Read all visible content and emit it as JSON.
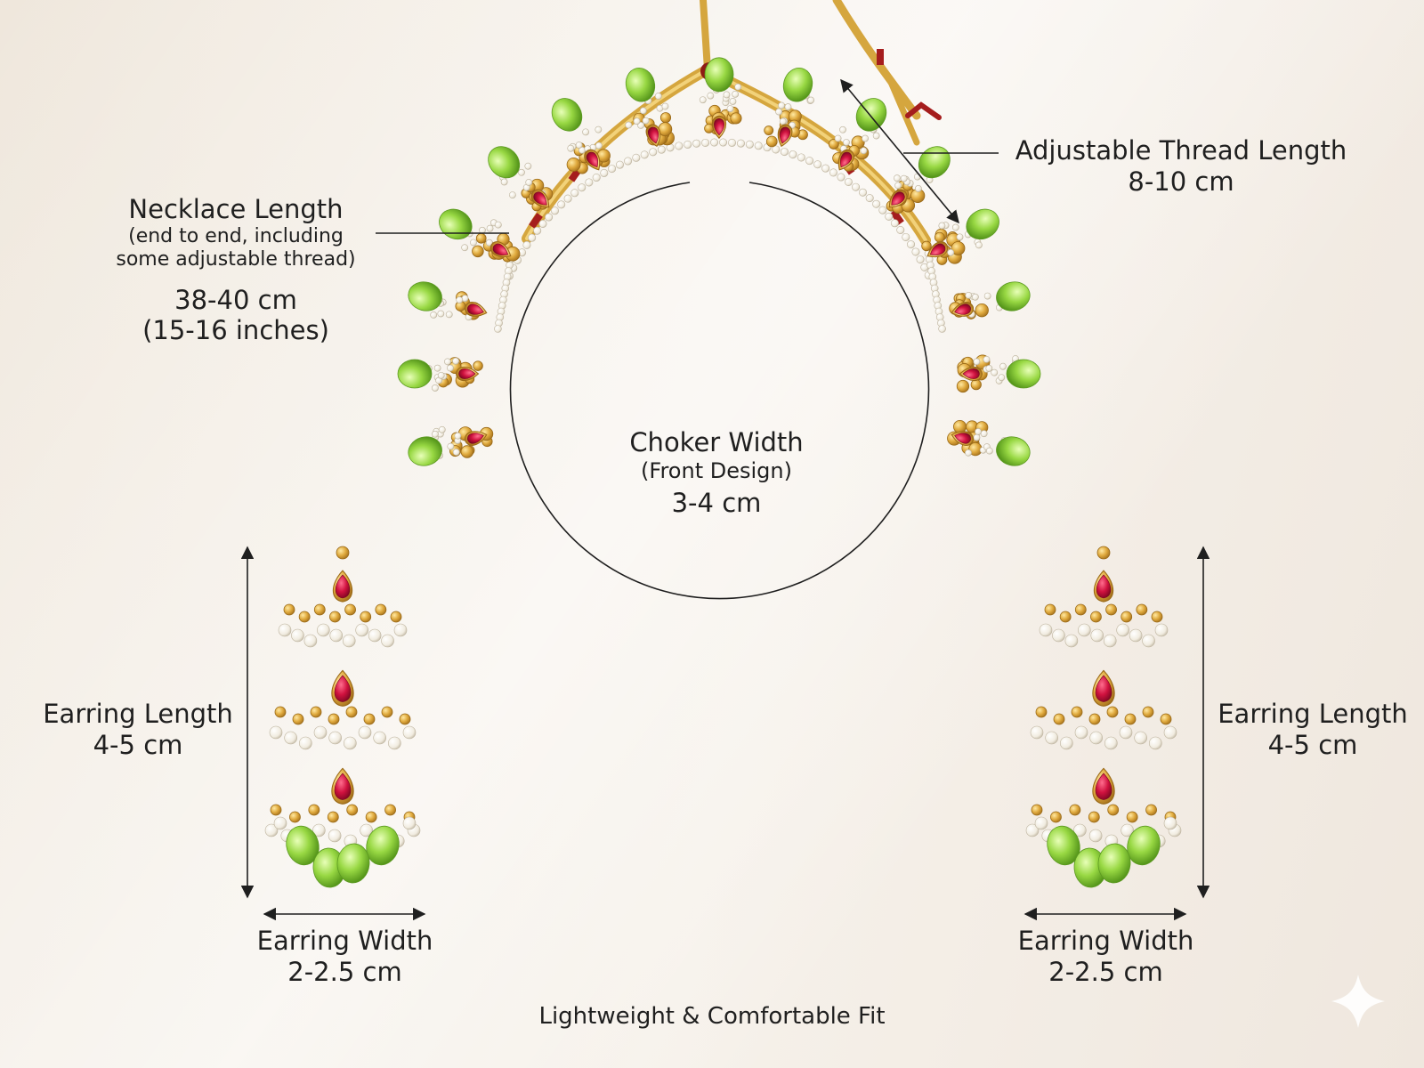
{
  "labels": {
    "necklace_length": {
      "title": "Necklace Length",
      "note_line1": "(end to end, including",
      "note_line2": "some adjustable thread)",
      "value_cm": "38-40 cm",
      "value_in": "(15-16 inches)"
    },
    "thread_length": {
      "title": "Adjustable Thread Length",
      "value": "8-10 cm"
    },
    "choker_width": {
      "title": "Choker Width",
      "note": "(Front Design)",
      "value": "3-4 cm"
    },
    "earring_length_left": {
      "title": "Earring Length",
      "value": "4-5 cm"
    },
    "earring_length_right": {
      "title": "Earring Length",
      "value": "4-5 cm"
    },
    "earring_width_left": {
      "title": "Earring Width",
      "value": "2-2.5 cm"
    },
    "earring_width_right": {
      "title": "Earring Width",
      "value": "2-2.5 cm"
    },
    "footer": "Lightweight & Comfortable Fit"
  },
  "icons": {
    "corner": "sparkle-icon"
  },
  "colors": {
    "gold": "#d9a53a",
    "ruby": "#c8103a",
    "peridot": "#8cd13a",
    "pearl": "#fbf8f0",
    "thread_red": "#a51d1d"
  }
}
